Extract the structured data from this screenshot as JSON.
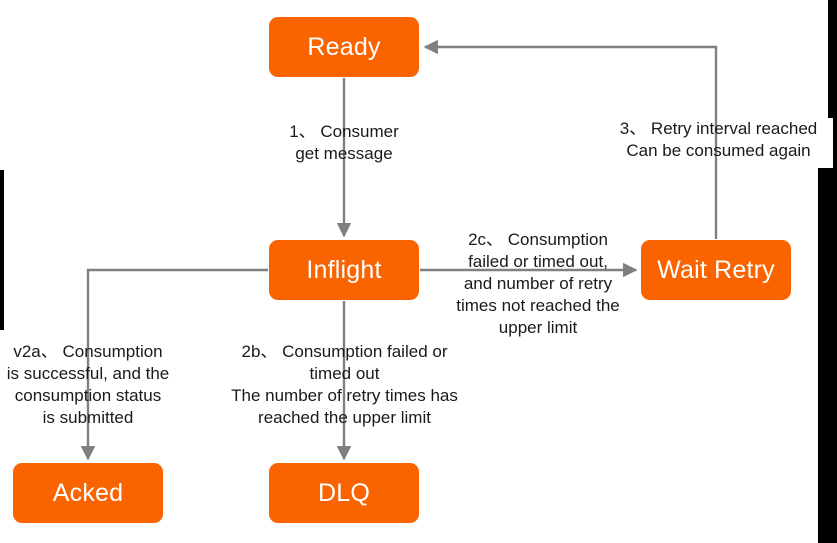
{
  "diagram": {
    "type": "state-machine",
    "title": "Message consumption state transitions",
    "colors": {
      "node_fill": "#f96400",
      "node_text": "#ffffff",
      "wire": "#808080",
      "label_text": "#1a1a1a",
      "background": "#ffffff",
      "letterbox": "#000000"
    },
    "nodes": [
      {
        "id": "ready",
        "label": "Ready"
      },
      {
        "id": "inflight",
        "label": "Inflight"
      },
      {
        "id": "waitretry",
        "label": "Wait Retry"
      },
      {
        "id": "acked",
        "label": "Acked"
      },
      {
        "id": "dlq",
        "label": "DLQ"
      }
    ],
    "transitions": [
      {
        "id": "t1",
        "from": "ready",
        "to": "inflight",
        "label": "1、 Consumer\nget message"
      },
      {
        "id": "t2c",
        "from": "inflight",
        "to": "waitretry",
        "label": "2c、 Consumption\nfailed or timed out,\nand number of retry\ntimes not reached the\nupper limit"
      },
      {
        "id": "t3",
        "from": "waitretry",
        "to": "ready",
        "label": "3、 Retry interval reached\nCan be consumed again"
      },
      {
        "id": "tv2a",
        "from": "inflight",
        "to": "acked",
        "label": "v2a、 Consumption\nis successful, and the\nconsumption status\nis submitted"
      },
      {
        "id": "t2b",
        "from": "inflight",
        "to": "dlq",
        "label": "2b、 Consumption failed or\ntimed out\nThe number of retry times has\nreached the upper limit"
      }
    ]
  }
}
